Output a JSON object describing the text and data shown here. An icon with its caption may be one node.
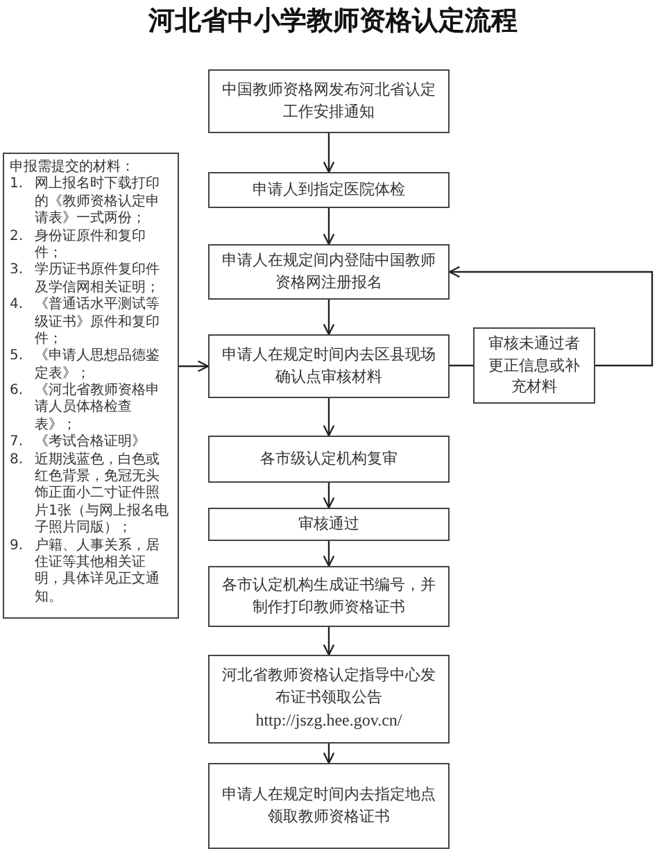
{
  "diagram": {
    "title": "河北省中小学教师资格认定流程",
    "nodes": [
      {
        "text": [
          "中国教师资格网发布河北省认定工作安排通知"
        ]
      },
      {
        "text": [
          "申请人到指定医院体检"
        ]
      },
      {
        "text": [
          "申报需提交的材料：",
          "1.",
          "网上报名时下载打印的《教师资格认定申请表》一式两份；",
          "2.",
          "身份证原件和复印件；",
          "3.",
          "学历证书原件复印件及学信网相关证明；",
          "4.",
          "《普通话水平测试等级证书》原件和复印件；",
          "5.",
          "《申请人思想品德鉴定表》；",
          "6.",
          "《河北省教师资格申请人员体格检查表》；",
          "7.",
          "《考试合格证明》",
          "8.",
          "近期浅蓝色，白色或红色背景，免冠无头饰正面小二寸证件照片1张（与网上报名电子照片同版）；",
          "9.",
          "户籍、人事关系，居住证等其他相关证明，具体详见正文通知。"
        ]
      },
      {
        "text": [
          "申请人在规定间内登陆中国教师资格网注册报名"
        ]
      },
      {
        "text": [
          "申请人在规定时间内去区县现场确认点审核材料"
        ]
      },
      {
        "text": [
          "审核未通过者更正信息或补充材料"
        ]
      },
      {
        "text": [
          "各市级认定机构复审"
        ]
      },
      {
        "text": [
          "审核通过"
        ]
      },
      {
        "text": [
          "各市认定机构生成证书编号，并制作打印教师资格证书"
        ]
      },
      {
        "text": [
          "河北省教师资格认定指导中心发布证书领取公告",
          "http://jszg.hee.gov.cn/"
        ]
      },
      {
        "text": [
          "申请人在规定时间内去指定地点领取教师资格证书"
        ]
      }
    ],
    "edges": [
      {
        "from": 0,
        "to": 1,
        "arrow": "to"
      },
      {
        "from": 1,
        "to": 3,
        "arrow": "to"
      },
      {
        "from": 3,
        "to": 4,
        "arrow": "to"
      },
      {
        "from": 2,
        "to": 4,
        "arrow": "to"
      },
      {
        "from": 4,
        "to": 5,
        "arrow": "none"
      },
      {
        "from": 5,
        "to": 3,
        "arrow": "to"
      },
      {
        "from": 4,
        "to": 6,
        "arrow": "to"
      },
      {
        "from": 6,
        "to": 7,
        "arrow": "to"
      },
      {
        "from": 7,
        "to": 8,
        "arrow": "to"
      },
      {
        "from": 8,
        "to": 9,
        "arrow": "to"
      },
      {
        "from": 9,
        "to": 10,
        "arrow": "to"
      }
    ]
  }
}
